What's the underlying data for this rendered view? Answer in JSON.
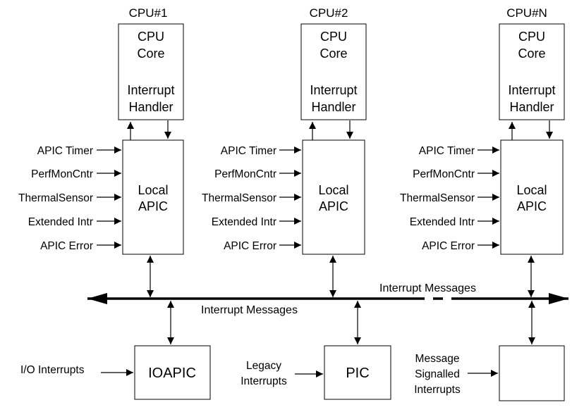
{
  "cpus": [
    {
      "name": "CPU#1",
      "core_lines": [
        "CPU",
        "Core"
      ],
      "handler_lines": [
        "Interrupt",
        "Handler"
      ],
      "apic_lines": [
        "Local",
        "APIC"
      ],
      "inputs": [
        "APIC Timer",
        "PerfMonCntr",
        "ThermalSensor",
        "Extended Intr",
        "APIC Error"
      ]
    },
    {
      "name": "CPU#2",
      "core_lines": [
        "CPU",
        "Core"
      ],
      "handler_lines": [
        "Interrupt",
        "Handler"
      ],
      "apic_lines": [
        "Local",
        "APIC"
      ],
      "inputs": [
        "APIC Timer",
        "PerfMonCntr",
        "ThermalSensor",
        "Extended Intr",
        "APIC Error"
      ]
    },
    {
      "name": "CPU#N",
      "core_lines": [
        "CPU",
        "Core"
      ],
      "handler_lines": [
        "Interrupt",
        "Handler"
      ],
      "apic_lines": [
        "Local",
        "APIC"
      ],
      "inputs": [
        "APIC Timer",
        "PerfMonCntr",
        "ThermalSensor",
        "Extended Intr",
        "APIC Error"
      ]
    }
  ],
  "bus": {
    "label_upper": "Interrupt Messages",
    "label_lower": "Interrupt Messages"
  },
  "devices": [
    {
      "name": "IOAPIC",
      "input_lines": [
        "I/O Interrupts"
      ]
    },
    {
      "name": "PIC",
      "input_lines": [
        "Legacy",
        "Interrupts"
      ]
    },
    {
      "name": "",
      "input_lines": [
        "Message",
        "Signalled",
        "Interrupts"
      ]
    }
  ]
}
